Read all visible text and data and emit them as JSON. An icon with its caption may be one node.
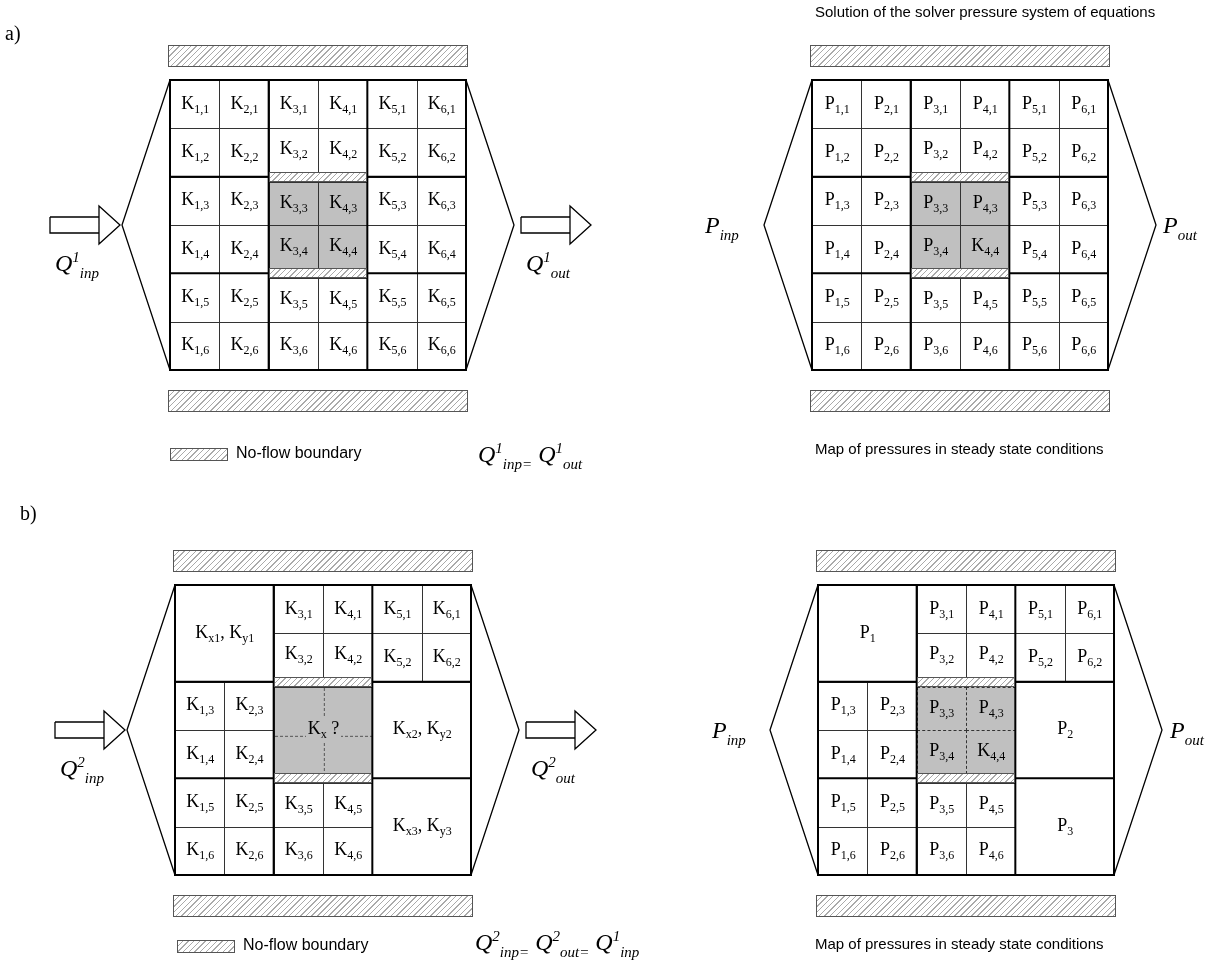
{
  "diagram": {
    "nodes": [
      {
        "text": [],
        "shape": "hexagon"
      },
      {
        "text": [
          "K$_{1,1}$"
        ],
        "in": 0
      },
      {
        "text": [
          "K$_{2,1}$"
        ],
        "in": 0
      },
      {
        "text": [
          "K$_{3,1}$"
        ],
        "in": 0
      },
      {
        "text": [
          "K$_{4,1}$"
        ],
        "in": 0
      },
      {
        "text": [
          "K$_{5,1}$"
        ],
        "in": 0
      },
      {
        "text": [
          "K$_{6,1}$"
        ],
        "in": 0
      },
      {
        "text": [
          "K$_{1,2}$"
        ],
        "in": 0
      },
      {
        "text": [
          "K$_{2,2}$"
        ],
        "in": 0
      },
      {
        "text": [
          "K$_{3,2}$"
        ],
        "in": 0
      },
      {
        "text": [
          "K$_{4,2}$"
        ],
        "in": 0
      },
      {
        "text": [
          "K$_{5,2}$"
        ],
        "in": 0
      },
      {
        "text": [
          "K$_{6,2}$"
        ],
        "in": 0
      },
      {
        "text": [
          "K$_{1,3}$"
        ],
        "in": 0
      },
      {
        "text": [
          "K$_{2,3}$"
        ],
        "in": 0
      },
      {
        "text": [
          "K$_{3,3}$"
        ],
        "in": 0
      },
      {
        "text": [
          "K$_{4,3}$"
        ],
        "in": 0
      },
      {
        "text": [
          "K$_{5,3}$"
        ],
        "in": 0
      },
      {
        "text": [
          "K$_{6,3}$"
        ],
        "in": 0
      },
      {
        "text": [
          "K$_{1,4}$"
        ],
        "in": 0
      },
      {
        "text": [
          "K$_{2,4}$"
        ],
        "in": 0
      },
      {
        "text": [
          "K$_{3,4}$"
        ],
        "in": 0
      },
      {
        "text": [
          "K$_{4,4}$"
        ],
        "in": 0
      },
      {
        "text": [
          "K$_{5,4}$"
        ],
        "in": 0
      },
      {
        "text": [
          "K$_{6,4}$"
        ],
        "in": 0
      },
      {
        "text": [
          "K$_{1,5}$"
        ],
        "in": 0
      },
      {
        "text": [
          "K$_{2,5}$"
        ],
        "in": 0
      },
      {
        "text": [
          "K$_{3,5}$"
        ],
        "in": 0
      },
      {
        "text": [
          "K$_{4,5}$"
        ],
        "in": 0
      },
      {
        "text": [
          "K$_{5,5}$"
        ],
        "in": 0
      },
      {
        "text": [
          "K$_{6,5}$"
        ],
        "in": 0
      },
      {
        "text": [
          "K$_{1,6}$"
        ],
        "in": 0
      },
      {
        "text": [
          "K$_{2,6}$"
        ],
        "in": 0
      },
      {
        "text": [
          "K$_{3,6}$"
        ],
        "in": 0
      },
      {
        "text": [
          "K$_{4,6}$"
        ],
        "in": 0
      },
      {
        "text": [
          "K$_{5,6}$"
        ],
        "in": 0
      },
      {
        "text": [
          "K$_{6,6}$"
        ],
        "in": 0
      },
      {
        "text": [],
        "shape": "hexagon"
      },
      {
        "text": [
          "P$_{1,1}$"
        ],
        "in": 37
      },
      {
        "text": [
          "P$_{2,1}$"
        ],
        "in": 37
      },
      {
        "text": [
          "P$_{3,1}$"
        ],
        "in": 37
      },
      {
        "text": [
          "P$_{4,1}$"
        ],
        "in": 37
      },
      {
        "text": [
          "P$_{5,1}$"
        ],
        "in": 37
      },
      {
        "text": [
          "P$_{6,1}$"
        ],
        "in": 37
      },
      {
        "text": [
          "P$_{1,2}$"
        ],
        "in": 37
      },
      {
        "text": [
          "P$_{2,2}$"
        ],
        "in": 37
      },
      {
        "text": [
          "P$_{3,2}$"
        ],
        "in": 37
      },
      {
        "text": [
          "P$_{4,2}$"
        ],
        "in": 37
      },
      {
        "text": [
          "P$_{5,2}$"
        ],
        "in": 37
      },
      {
        "text": [
          "P$_{6,2}$"
        ],
        "in": 37
      },
      {
        "text": [
          "P$_{1,3}$"
        ],
        "in": 37
      },
      {
        "text": [
          "P$_{2,3}$"
        ],
        "in": 37
      },
      {
        "text": [
          "P$_{3,3}$"
        ],
        "in": 37
      },
      {
        "text": [
          "P$_{4,3}$"
        ],
        "in": 37
      },
      {
        "text": [
          "P$_{5,3}$"
        ],
        "in": 37
      },
      {
        "text": [
          "P$_{6,3}$"
        ],
        "in": 37
      },
      {
        "text": [
          "P$_{1,4}$"
        ],
        "in": 37
      },
      {
        "text": [
          "P$_{2,4}$"
        ],
        "in": 37
      },
      {
        "text": [
          "P$_{3,4}$"
        ],
        "in": 37
      },
      {
        "text": [
          "K$_{4,4}$"
        ],
        "in": 37
      },
      {
        "text": [
          "P$_{5,4}$"
        ],
        "in": 37
      },
      {
        "text": [
          "P$_{6,4}$"
        ],
        "in": 37
      },
      {
        "text": [
          "P$_{1,5}$"
        ],
        "in": 37
      },
      {
        "text": [
          "P$_{2,5}$"
        ],
        "in": 37
      },
      {
        "text": [
          "P$_{3,5}$"
        ],
        "in": 37
      },
      {
        "text": [
          "P$_{4,5}$"
        ],
        "in": 37
      },
      {
        "text": [
          "P$_{5,5}$"
        ],
        "in": 37
      },
      {
        "text": [
          "P$_{6,5}$"
        ],
        "in": 37
      },
      {
        "text": [
          "P$_{1,6}$"
        ],
        "in": 37
      },
      {
        "text": [
          "P$_{2,6}$"
        ],
        "in": 37
      },
      {
        "text": [
          "P$_{3,6}$"
        ],
        "in": 37
      },
      {
        "text": [
          "P$_{4,6}$"
        ],
        "in": 37
      },
      {
        "text": [
          "P$_{5,6}$"
        ],
        "in": 37
      },
      {
        "text": [
          "P$_{6,6}$"
        ],
        "in": 37
      },
      {
        "text": [],
        "shape": "hexagon"
      },
      {
        "text": [
          "K$_{x1}$, K$_{y1}$"
        ],
        "in": 74
      },
      {
        "text": [
          "K$_{3,1}$"
        ],
        "in": 74
      },
      {
        "text": [
          "K$_{4,1}$"
        ],
        "in": 74
      },
      {
        "text": [
          "K$_{5,1}$"
        ],
        "in": 74
      },
      {
        "text": [
          "K$_{6,1}$"
        ],
        "in": 74
      },
      {
        "text": [
          "K$_{3,2}$"
        ],
        "in": 74
      },
      {
        "text": [
          "K$_{4,2}$"
        ],
        "in": 74
      },
      {
        "text": [
          "K$_{5,2}$"
        ],
        "in": 74
      },
      {
        "text": [
          "K$_{6,2}$"
        ],
        "in": 74
      },
      {
        "text": [
          "K$_{1,3}$"
        ],
        "in": 74
      },
      {
        "text": [
          "K$_{2,3}$"
        ],
        "in": 74
      },
      {
        "text": [
          "K$_{x}$ ?"
        ],
        "in": 74
      },
      {
        "text": [
          "K$_{x2}$, K$_{y2}$"
        ],
        "in": 74
      },
      {
        "text": [
          "K$_{1,4}$"
        ],
        "in": 74
      },
      {
        "text": [
          "K$_{2,4}$"
        ],
        "in": 74
      },
      {
        "text": [
          "K$_{1,5}$"
        ],
        "in": 74
      },
      {
        "text": [
          "K$_{2,5}$"
        ],
        "in": 74
      },
      {
        "text": [
          "K$_{3,5}$"
        ],
        "in": 74
      },
      {
        "text": [
          "K$_{4,5}$"
        ],
        "in": 74
      },
      {
        "text": [
          "K$_{x3}$, K$_{y3}$"
        ],
        "in": 74
      },
      {
        "text": [
          "K$_{1,6}$"
        ],
        "in": 74
      },
      {
        "text": [
          "K$_{2,6}$"
        ],
        "in": 74
      },
      {
        "text": [
          "K$_{3,6}$"
        ],
        "in": 74
      },
      {
        "text": [
          "K$_{4,6}$"
        ],
        "in": 74
      },
      {
        "text": [],
        "shape": "hexagon"
      },
      {
        "text": [
          "P$_{1}$"
        ],
        "in": 99
      },
      {
        "text": [
          "P$_{3,1}$"
        ],
        "in": 99
      },
      {
        "text": [
          "P$_{4,1}$"
        ],
        "in": 99
      },
      {
        "text": [
          "P$_{5,1}$"
        ],
        "in": 99
      },
      {
        "text": [
          "P$_{6,1}$"
        ],
        "in": 99
      },
      {
        "text": [
          "P$_{3,2}$"
        ],
        "in": 99
      },
      {
        "text": [
          "P$_{4,2}$"
        ],
        "in": 99
      },
      {
        "text": [
          "P$_{5,2}$"
        ],
        "in": 99
      },
      {
        "text": [
          "P$_{6,2}$"
        ],
        "in": 99
      },
      {
        "text": [
          "P$_{1,3}$"
        ],
        "in": 99
      },
      {
        "text": [
          "P$_{2,3}$"
        ],
        "in": 99
      },
      {
        "text": [
          "P$_{3,3}$"
        ],
        "in": 99
      },
      {
        "text": [
          "P$_{4,3}$"
        ],
        "in": 99
      },
      {
        "text": [
          "P$_{2}$"
        ],
        "in": 99
      },
      {
        "text": [
          "P$_{1,4}$"
        ],
        "in": 99
      },
      {
        "text": [
          "P$_{2,4}$"
        ],
        "in": 99
      },
      {
        "text": [
          "P$_{3,4}$"
        ],
        "in": 99
      },
      {
        "text": [
          "K$_{4,4}$"
        ],
        "in": 99
      },
      {
        "text": [
          "P$_{1,5}$"
        ],
        "in": 99
      },
      {
        "text": [
          "P$_{2,5}$"
        ],
        "in": 99
      },
      {
        "text": [
          "P$_{3,5}$"
        ],
        "in": 99
      },
      {
        "text": [
          "P$_{4,5}$"
        ],
        "in": 99
      },
      {
        "text": [
          "P$_{3}$"
        ],
        "in": 99
      },
      {
        "text": [
          "P$_{1,6}$"
        ],
        "in": 99
      },
      {
        "text": [
          "P$_{2,6}$"
        ],
        "in": 99
      },
      {
        "text": [
          "P$_{3,6}$"
        ],
        "in": 99
      },
      {
        "text": [
          "P$_{4,6}$"
        ],
        "in": 99
      }
    ],
    "edges": [
      {
        "from": null,
        "to": 0,
        "arrow": "to",
        "label": "Q$^{1}$$_{inp}$"
      },
      {
        "from": 0,
        "to": null,
        "arrow": "to",
        "label": "Q$^{1}$$_{out}$"
      },
      {
        "from": null,
        "to": 74,
        "arrow": "to",
        "label": "Q$^{2}$$_{inp}$"
      },
      {
        "from": 74,
        "to": null,
        "arrow": "to",
        "label": "Q$^{2}$$_{out}$"
      }
    ],
    "labels": [
      "Solution of the solver pressure system of equations",
      "a)",
      "P$_{inp}$",
      "P$_{out}$",
      "Q$^{1}$$_{inp=}$ Q$^{1}$$_{out}$",
      "Map of pressures in steady state conditions",
      "b)",
      "P$_{inp}$",
      "P$_{out}$",
      "Q$^{2}$$_{inp=}$ Q$^{2}$$_{out=}$ Q$^{1}$$_{inp}$",
      "Map of pressures in steady state conditions"
    ],
    "legend": [
      {
        "text": "No-flow boundary"
      },
      {
        "text": "No-flow boundary"
      }
    ]
  }
}
